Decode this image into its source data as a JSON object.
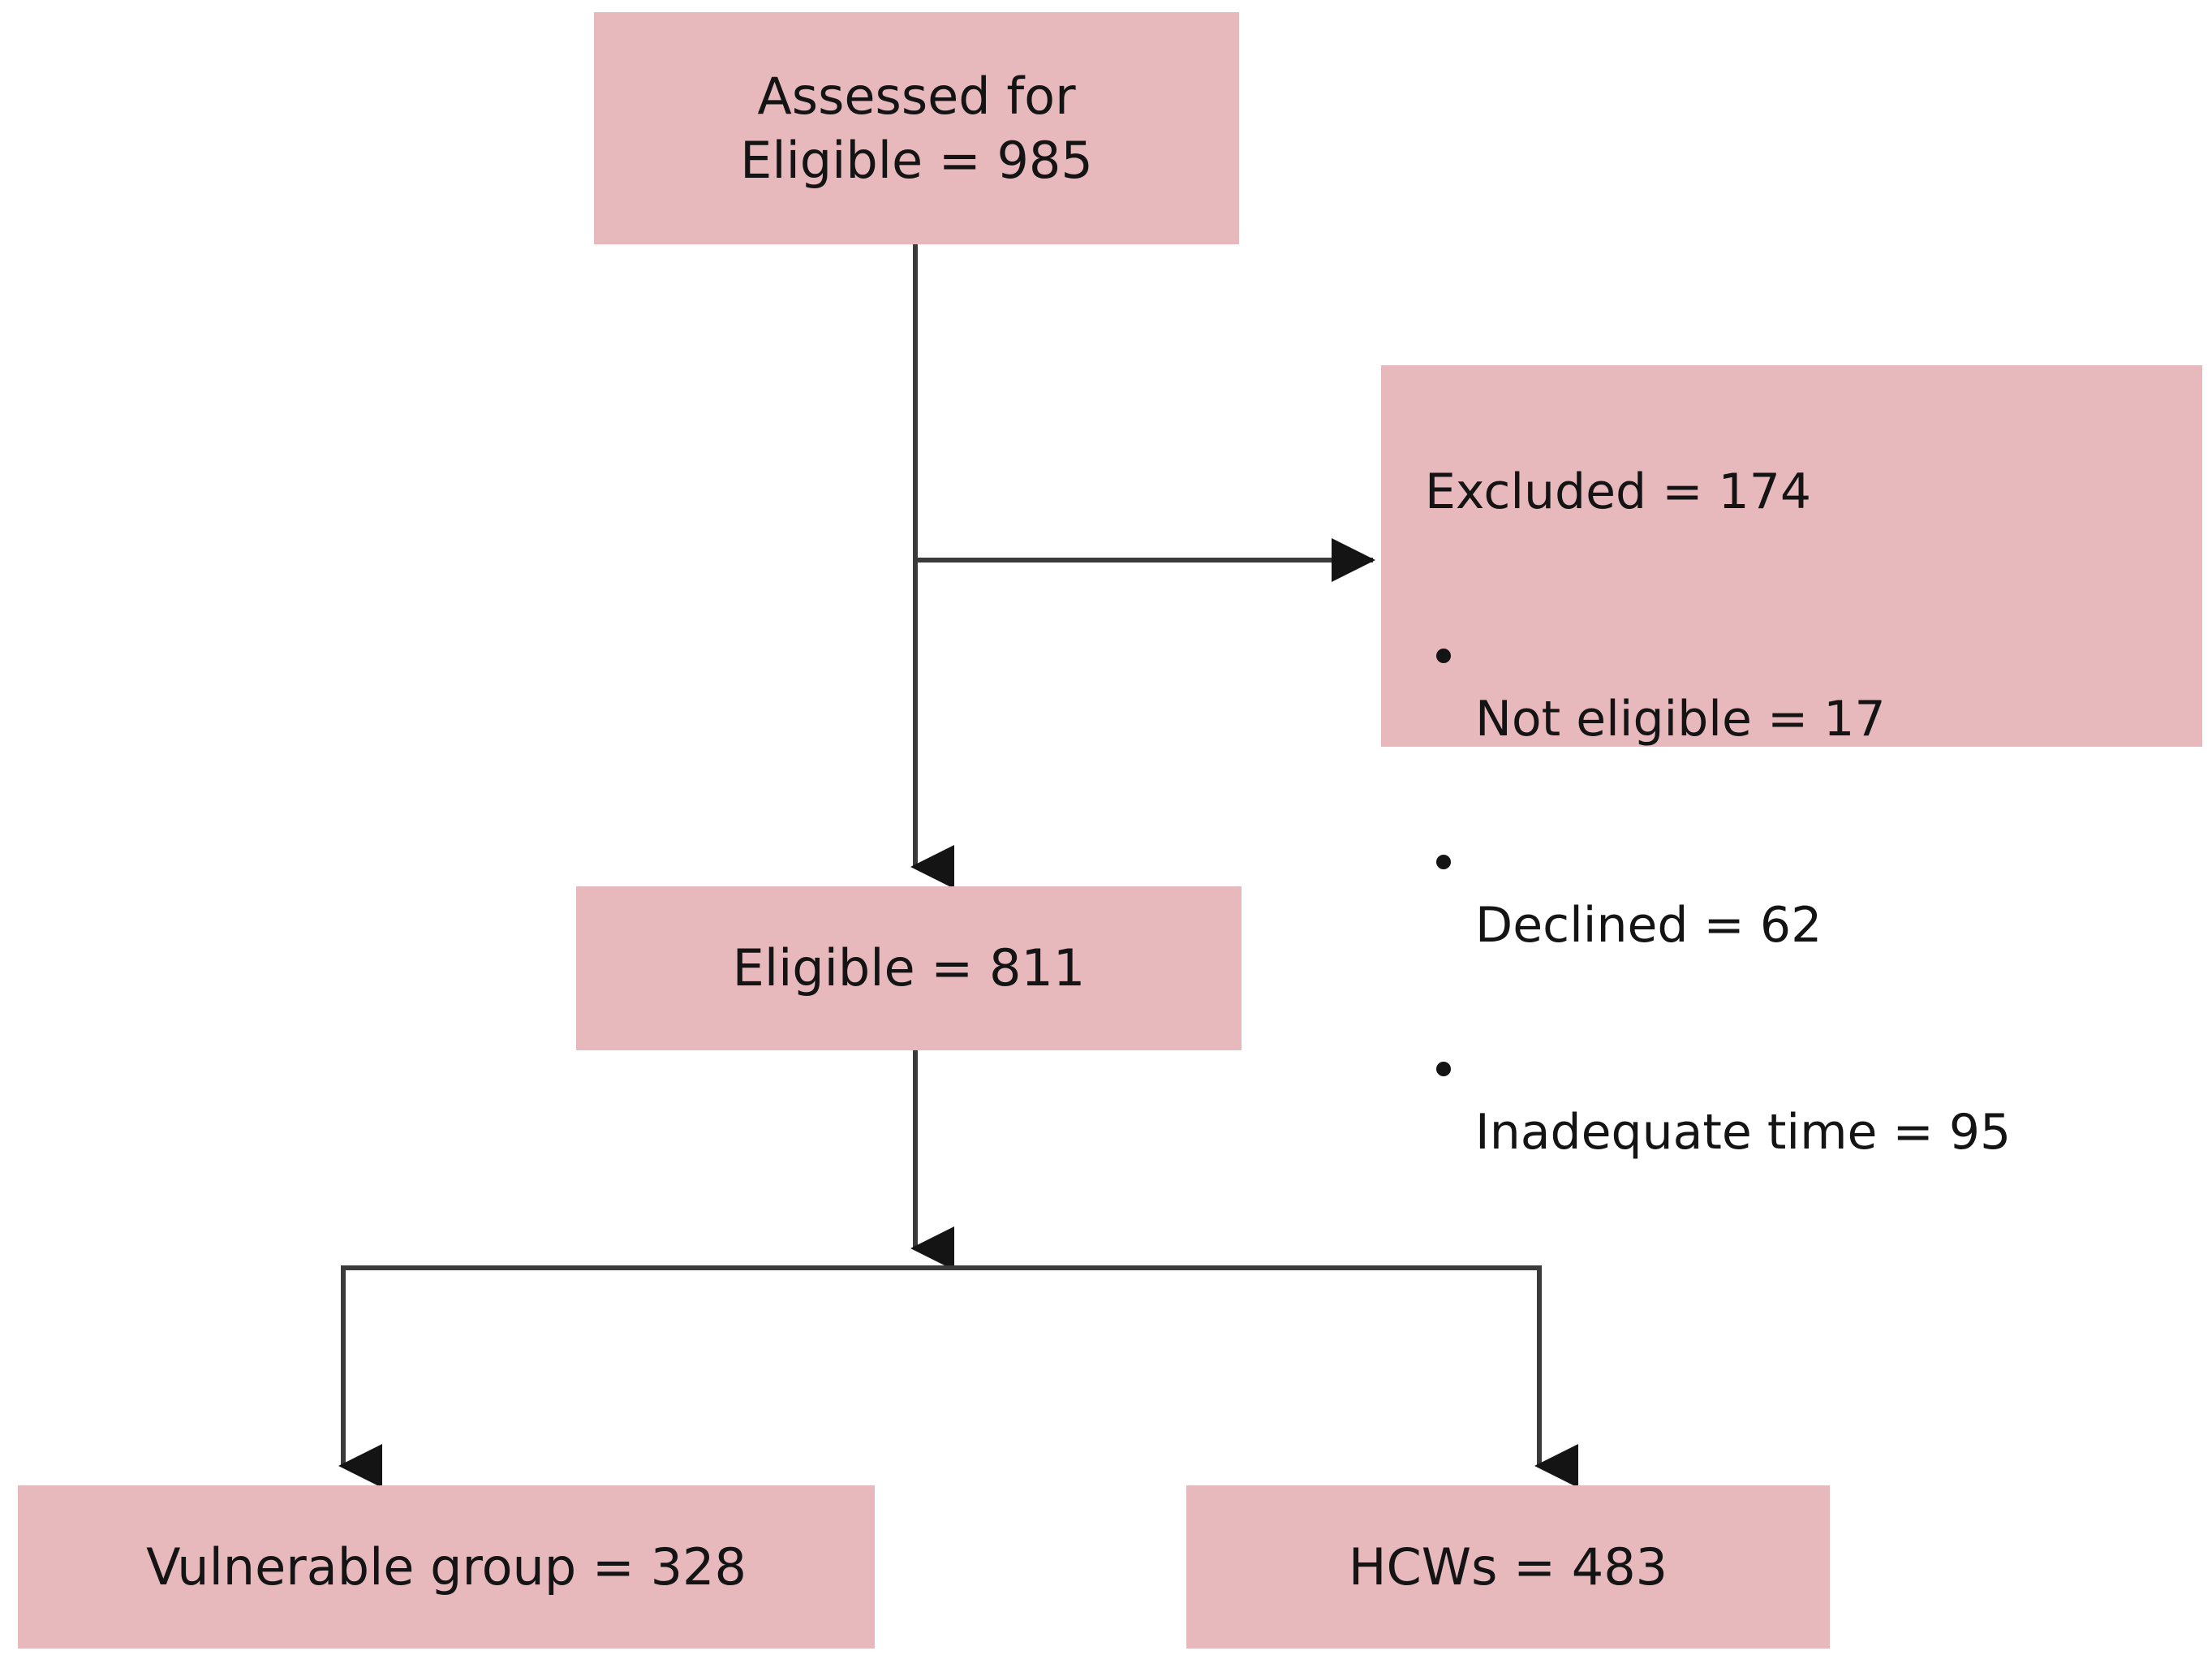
{
  "diagram": {
    "title": "Participant flow diagram",
    "box_fill_color": "#e7b9bc",
    "text_color": "#141414",
    "connector_color": "#3a3a3a",
    "background_color": "#ffffff"
  },
  "nodes": {
    "assessed": {
      "label": "Assessed for\nEligible = 985",
      "count": 985
    },
    "excluded": {
      "title": "Excluded = 174",
      "count": 174,
      "reasons": [
        {
          "label": "Not eligible = 17",
          "count": 17
        },
        {
          "label": "Declined = 62",
          "count": 62
        },
        {
          "label": "Inadequate time = 95",
          "count": 95
        }
      ]
    },
    "eligible": {
      "label": "Eligible = 811",
      "count": 811
    },
    "vulnerable": {
      "label": "Vulnerable group = 328",
      "count": 328
    },
    "hcws": {
      "label": "HCWs = 483",
      "count": 483
    }
  },
  "connectors": [
    {
      "name": "assessed-to-eligible",
      "type": "arrow-down"
    },
    {
      "name": "assessed-to-excluded",
      "type": "arrow-right"
    },
    {
      "name": "eligible-split",
      "type": "arrow-down-then-split"
    },
    {
      "name": "split-to-vulnerable",
      "type": "arrow-down"
    },
    {
      "name": "split-to-hcws",
      "type": "arrow-down"
    }
  ]
}
